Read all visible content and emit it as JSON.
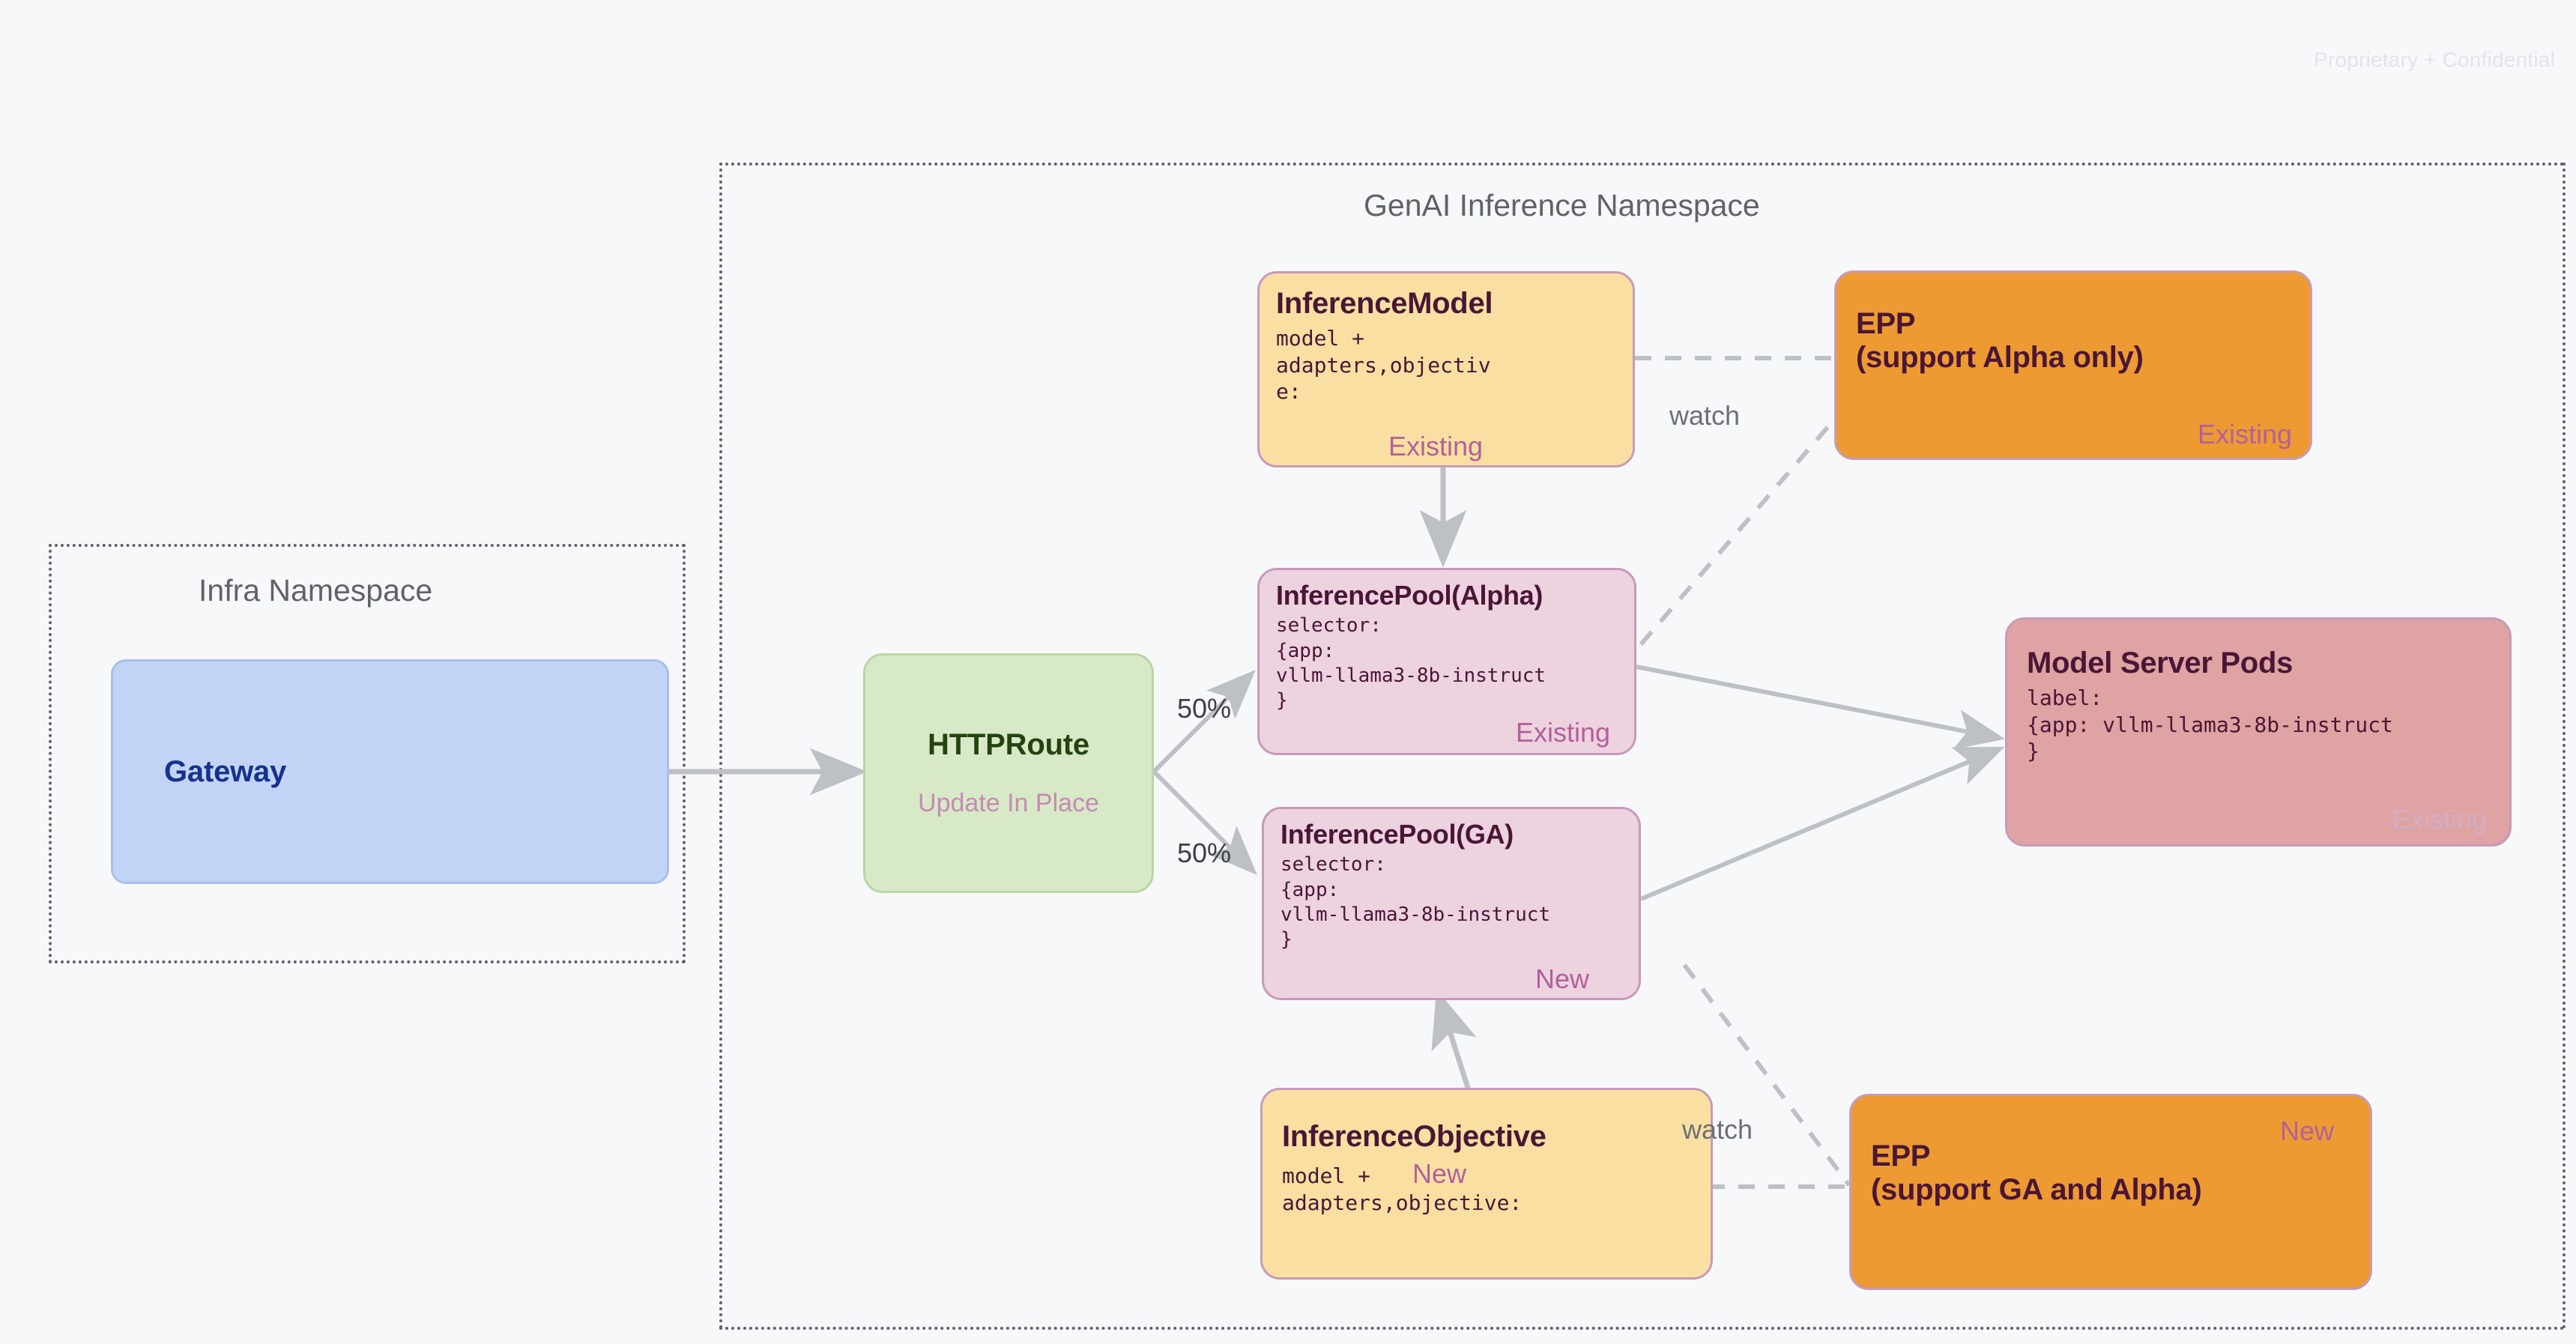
{
  "watermark": "Proprietary + Confidential",
  "namespaces": [
    {
      "id": "infra",
      "title": "Infra Namespace"
    },
    {
      "id": "genai",
      "title": "GenAI Inference Namespace"
    }
  ],
  "nodes": {
    "gateway": {
      "title": "Gateway"
    },
    "httproute": {
      "title": "HTTPRoute",
      "subtitle": "Update In Place"
    },
    "inference_model": {
      "title": "InferenceModel",
      "body": "model +\nadapters,objectiv\ne:",
      "badge": "Existing"
    },
    "epp_alpha": {
      "title_line1": "EPP",
      "title_line2": "(support Alpha only)",
      "badge": "Existing"
    },
    "pool_alpha": {
      "title": "InferencePool(Alpha)",
      "body": "selector:\n{app:\nvllm-llama3-8b-instruct\n}",
      "badge": "Existing"
    },
    "pool_ga": {
      "title": "InferencePool(GA)",
      "body": "selector:\n{app:\nvllm-llama3-8b-instruct\n}",
      "badge": "New"
    },
    "model_server_pods": {
      "title": "Model Server Pods",
      "body": "label:\n{app: vllm-llama3-8b-instruct\n}",
      "badge": "Existing"
    },
    "inference_objective": {
      "title": "InferenceObjective",
      "body_line1": "model +",
      "badge_inline": "New",
      "body_line2": "adapters,objective:"
    },
    "epp_ga": {
      "title_line1": "EPP",
      "title_line2": "(support GA and Alpha)",
      "badge": "New"
    }
  },
  "edge_labels": {
    "split_top": "50%",
    "split_bottom": "50%",
    "watch_top": "watch",
    "watch_bottom": "watch"
  },
  "colors": {
    "background": "#F7F8FA",
    "yellow": "#F9E0A2",
    "pink": "#EDD2E0",
    "orange": "#EE9A33",
    "rose": "#DFA3A3",
    "green": "#D8E9C8",
    "blue": "#C2D4F5",
    "node_border": "#C79AB9",
    "text_dark": "#4A1635",
    "badge_new": "#B3609A",
    "badge_existing": "#B3609A",
    "edge": "#BDC1C6",
    "namespace_border": "#5F6368",
    "gateway_text": "#17318C",
    "route_text": "#254211",
    "route_subtext": "#C58BB2",
    "watermark": "#E2E4E8"
  }
}
